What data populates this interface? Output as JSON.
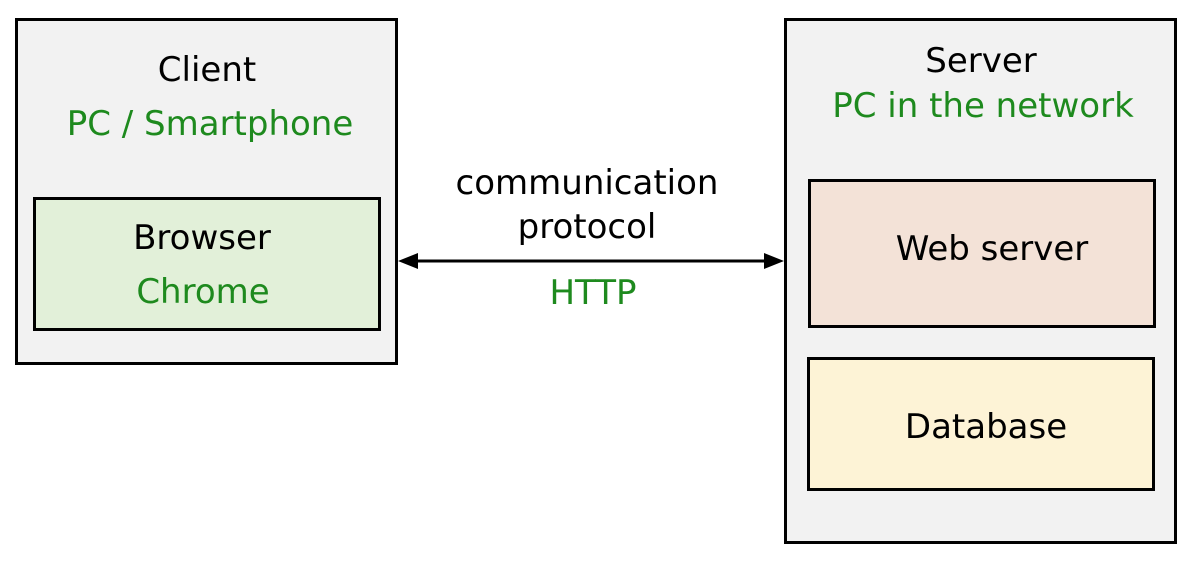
{
  "client": {
    "title": "Client",
    "subtitle": "PC / Smartphone",
    "browser": {
      "title": "Browser",
      "subtitle": "Chrome"
    }
  },
  "server": {
    "title": "Server",
    "subtitle": "PC in the network",
    "web_server_label": "Web server",
    "database_label": "Database"
  },
  "connection": {
    "line1": "communication",
    "line2": "protocol",
    "protocol": "HTTP"
  },
  "colors": {
    "subtitle_text": "#1e8a1e",
    "outer_box_fill": "#f2f2f2",
    "browser_fill": "#e2f0d9",
    "web_server_fill": "#f3e2d7",
    "database_fill": "#fdf3d6",
    "border": "#000000"
  }
}
